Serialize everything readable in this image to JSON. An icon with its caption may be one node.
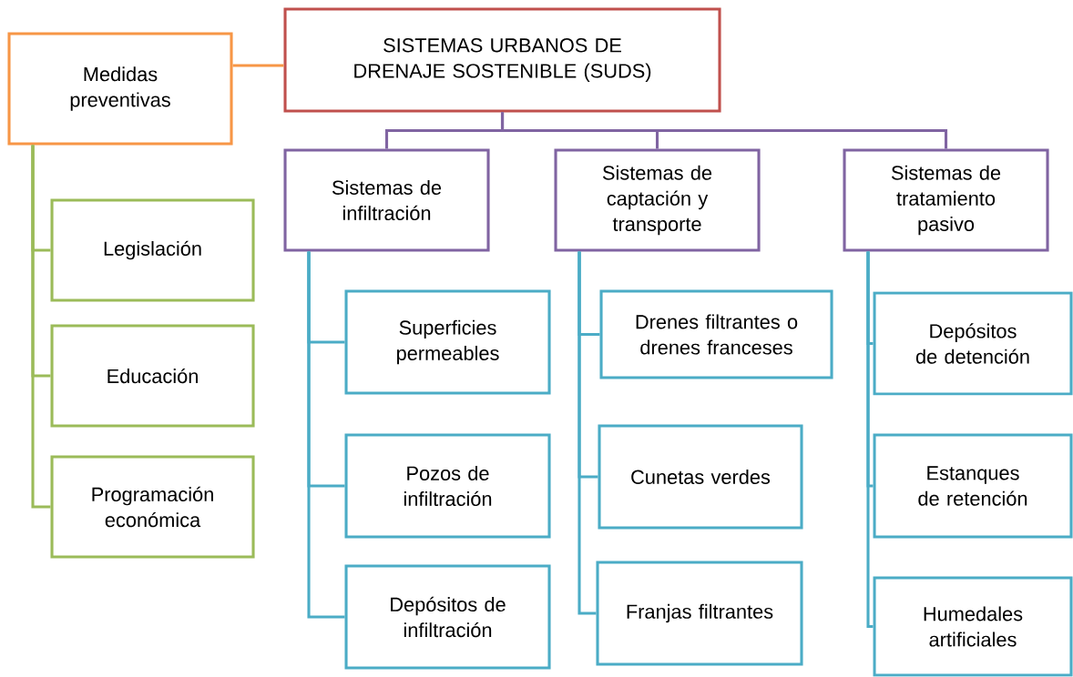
{
  "diagram": {
    "nodes": [
      {
        "text": [
          "SISTEMAS URBANOS DE DRENAJE SOSTENIBLE (SUDS)"
        ]
      },
      {
        "text": [
          "Medidas preventivas"
        ]
      },
      {
        "text": [
          "Legislación"
        ]
      },
      {
        "text": [
          "Educación"
        ]
      },
      {
        "text": [
          "Programación económica"
        ]
      },
      {
        "text": [
          "Sistemas de infiltración"
        ]
      },
      {
        "text": [
          "Sistemas de captación y transporte"
        ]
      },
      {
        "text": [
          "Sistemas de tratamiento pasivo"
        ]
      },
      {
        "text": [
          "Superficies permeables"
        ]
      },
      {
        "text": [
          "Pozos de infiltración"
        ]
      },
      {
        "text": [
          "Depósitos de infiltración"
        ]
      },
      {
        "text": [
          "Drenes filtrantes o drenes franceses"
        ]
      },
      {
        "text": [
          "Cunetas verdes"
        ]
      },
      {
        "text": [
          "Franjas filtrantes"
        ]
      },
      {
        "text": [
          "Depósitos de detención"
        ]
      },
      {
        "text": [
          "Estanques de retención"
        ]
      },
      {
        "text": [
          "Humedales artificiales"
        ]
      }
    ],
    "edges": [
      {
        "from": 0,
        "to": 1,
        "arrow": "none",
        "color": "#f79646"
      },
      {
        "from": 1,
        "to": 2,
        "arrow": "none",
        "color": "#9bbb59"
      },
      {
        "from": 1,
        "to": 3,
        "arrow": "none",
        "color": "#9bbb59"
      },
      {
        "from": 1,
        "to": 4,
        "arrow": "none",
        "color": "#9bbb59"
      },
      {
        "from": 0,
        "to": 5,
        "arrow": "none",
        "color": "#8064a2"
      },
      {
        "from": 0,
        "to": 6,
        "arrow": "none",
        "color": "#8064a2"
      },
      {
        "from": 0,
        "to": 7,
        "arrow": "none",
        "color": "#8064a2"
      },
      {
        "from": 5,
        "to": 8,
        "arrow": "none"
      },
      {
        "from": 5,
        "to": 9,
        "arrow": "none"
      },
      {
        "from": 5,
        "to": 10,
        "arrow": "none"
      },
      {
        "from": 6,
        "to": 11,
        "arrow": "none"
      },
      {
        "from": 6,
        "to": 12,
        "arrow": "none"
      },
      {
        "from": 6,
        "to": 13,
        "arrow": "none"
      },
      {
        "from": 7,
        "to": 14,
        "arrow": "none"
      },
      {
        "from": 7,
        "to": 15,
        "arrow": "none"
      },
      {
        "from": 7,
        "to": 16,
        "arrow": "none"
      }
    ]
  }
}
